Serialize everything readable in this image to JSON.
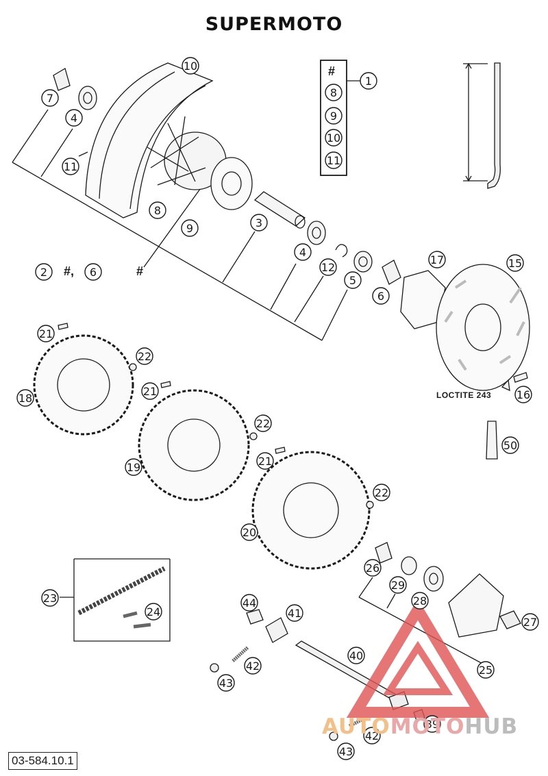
{
  "title": "SUPERMOTO",
  "part_code": "03-584.10.1",
  "loctite_label": "LOCTITE 243",
  "hash_symbol": "#",
  "kit_legend": {
    "items": [
      "#",
      "8",
      "9",
      "10",
      "11"
    ],
    "kit_number": "1"
  },
  "group_label": {
    "number": "2",
    "text": "#,",
    "circled": "6"
  },
  "watermark": {
    "part1": "AUTO",
    "part2": "MOTO",
    "part3": "HUB"
  },
  "callouts": [
    {
      "n": "10"
    },
    {
      "n": "7"
    },
    {
      "n": "4"
    },
    {
      "n": "11"
    },
    {
      "n": "8"
    },
    {
      "n": "9"
    },
    {
      "n": "3"
    },
    {
      "n": "4"
    },
    {
      "n": "12"
    },
    {
      "n": "5"
    },
    {
      "n": "6"
    },
    {
      "n": "17"
    },
    {
      "n": "15"
    },
    {
      "n": "16"
    },
    {
      "n": "50"
    },
    {
      "n": "21"
    },
    {
      "n": "22"
    },
    {
      "n": "18"
    },
    {
      "n": "21"
    },
    {
      "n": "22"
    },
    {
      "n": "19"
    },
    {
      "n": "21"
    },
    {
      "n": "22"
    },
    {
      "n": "20"
    },
    {
      "n": "23"
    },
    {
      "n": "24"
    },
    {
      "n": "44"
    },
    {
      "n": "41"
    },
    {
      "n": "42"
    },
    {
      "n": "43"
    },
    {
      "n": "40"
    },
    {
      "n": "26"
    },
    {
      "n": "29"
    },
    {
      "n": "28"
    },
    {
      "n": "27"
    },
    {
      "n": "25"
    },
    {
      "n": "39"
    },
    {
      "n": "42"
    },
    {
      "n": "43"
    }
  ],
  "colors": {
    "line": "#1a1a1a",
    "watermark_red": "#e05555"
  }
}
